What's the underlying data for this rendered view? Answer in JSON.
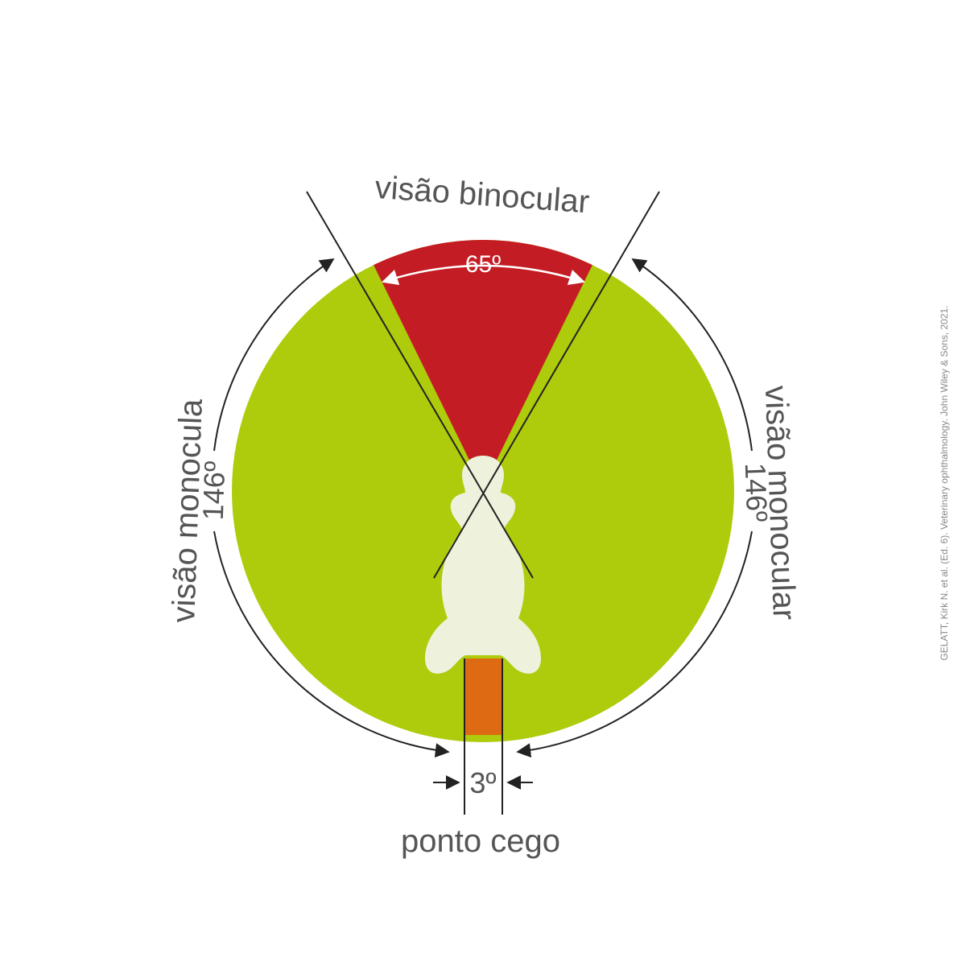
{
  "diagram": {
    "binocular": {
      "label": "visão binocular",
      "angle": "65º"
    },
    "monocular_left": {
      "label": "visão monocula",
      "angle": "146º"
    },
    "monocular_right": {
      "label": "visão monocular",
      "angle": "146º"
    },
    "blind_spot": {
      "label": "ponto cego",
      "angle": "3º"
    },
    "credit": "GELATT, Kirk N. et al. (Ed. 6). Veterinary ophthalmology. John Wiley & Sons, 2021."
  },
  "colors": {
    "monocular": "#aecb0c",
    "binocular": "#c41c24",
    "blind_spot": "#de6a14",
    "dog": "#eef2dc",
    "lines": "#222222"
  }
}
